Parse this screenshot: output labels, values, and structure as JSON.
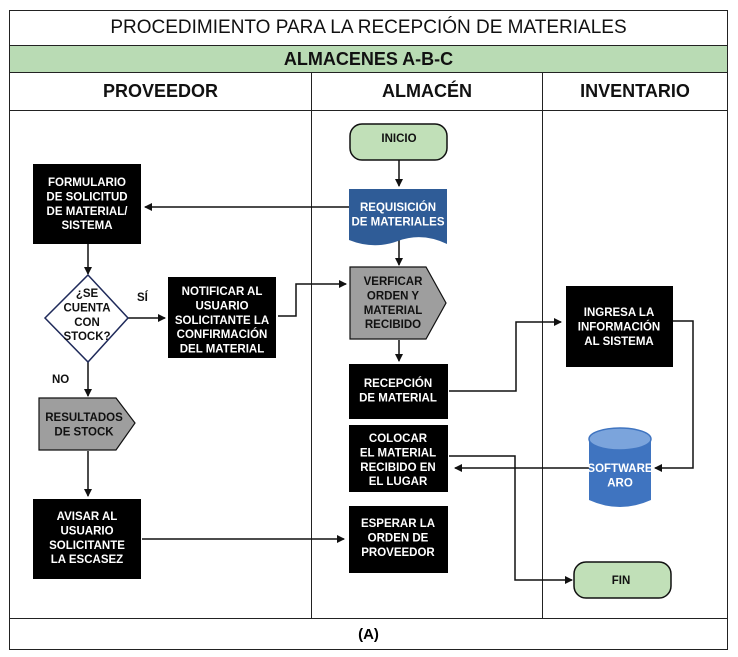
{
  "title": "PROCEDIMIENTO PARA LA RECEPCIÓN DE MATERIALES",
  "subtitle": "ALMACENES A-B-C",
  "lanes": [
    "PROVEEDOR",
    "ALMACÉN",
    "INVENTARIO"
  ],
  "footer": "(A)",
  "colors": {
    "subtitle_bg": "#b9dbb4",
    "terminal_fill": "#c1e0b8",
    "process_fill": "#000000",
    "document_fill": "#2f5c97",
    "offpage_fill": "#9e9e9e",
    "database_fill": "#3f74c0",
    "decision_stroke": "#1f2a5a"
  },
  "nodes": {
    "inicio": {
      "lines": [
        "INICIO"
      ]
    },
    "requisicion": {
      "lines": [
        "REQUISICIÓN",
        "DE MATERIALES"
      ]
    },
    "formulario": {
      "lines": [
        "FORMULARIO",
        "DE SOLICITUD",
        "DE MATERIAL/",
        "SISTEMA"
      ]
    },
    "decision": {
      "lines": [
        "¿SE",
        "CUENTA",
        "CON",
        "STOCK?"
      ]
    },
    "notificar": {
      "lines": [
        "NOTIFICAR AL",
        "USUARIO",
        "SOLICITANTE LA",
        "CONFIRMACIÓN",
        "DEL MATERIAL"
      ]
    },
    "verificar": {
      "lines": [
        "VERFICAR",
        "ORDEN Y",
        "MATERIAL",
        "RECIBIDO"
      ]
    },
    "recepcion": {
      "lines": [
        "RECEPCIÓN",
        "DE MATERIAL"
      ]
    },
    "ingresa": {
      "lines": [
        "INGRESA LA",
        "INFORMACIÓN",
        "AL SISTEMA"
      ]
    },
    "resultados": {
      "lines": [
        "RESULTADOS",
        "DE STOCK"
      ]
    },
    "colocar": {
      "lines": [
        "COLOCAR",
        "EL MATERIAL",
        "RECIBIDO EN",
        "EL LUGAR"
      ]
    },
    "software": {
      "lines": [
        "SOFTWARE",
        "ARO"
      ]
    },
    "avisar": {
      "lines": [
        "AVISAR AL",
        "USUARIO",
        "SOLICITANTE",
        "LA ESCASEZ"
      ]
    },
    "esperar": {
      "lines": [
        "ESPERAR LA",
        "ORDEN DE",
        "PROVEEDOR"
      ]
    },
    "fin": {
      "lines": [
        "FIN"
      ]
    }
  },
  "edge_labels": {
    "yes": "SÍ",
    "no": "NO"
  }
}
